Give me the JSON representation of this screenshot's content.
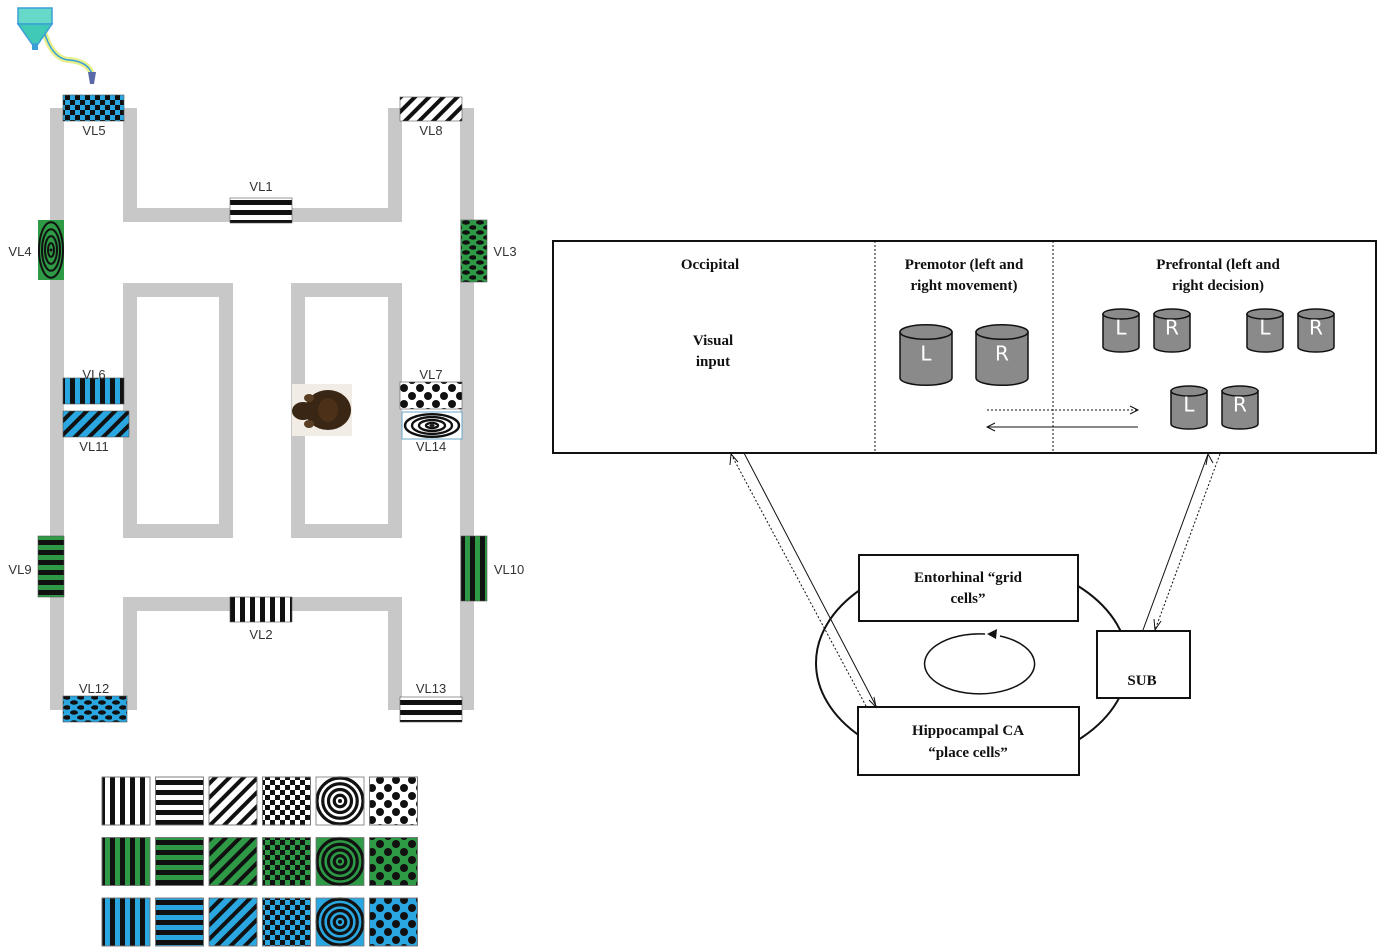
{
  "colors": {
    "wall": "#c8c8c8",
    "black": "#111111",
    "white": "#ffffff",
    "blue": "#2aa7e0",
    "green": "#2e9a46",
    "cylinder": "#8a8a8a"
  },
  "maze": {
    "labels": [
      "VL5",
      "VL8",
      "VL1",
      "VL4",
      "VL3",
      "VL6",
      "VL7",
      "VL11",
      "VL14",
      "VL9",
      "VL10",
      "VL2",
      "VL12",
      "VL13"
    ],
    "feeder_icon": "syringe-icon",
    "animal_icon": "mouse-icon"
  },
  "pattern_grid": {
    "patterns": [
      "vertical-stripes",
      "horizontal-stripes",
      "diagonal-stripes",
      "checkerboard",
      "concentric-circles",
      "dots"
    ],
    "colors": [
      "white",
      "green",
      "blue"
    ]
  },
  "brain": {
    "cortex_regions": [
      {
        "title_lines": [
          "Occipital"
        ],
        "sub_lines": [
          "Visual",
          "input"
        ]
      },
      {
        "title_lines": [
          "Premotor (left and",
          "right movement)"
        ],
        "sub_lines": []
      },
      {
        "title_lines": [
          "Prefrontal (left and",
          "right decision)"
        ],
        "sub_lines": []
      }
    ],
    "cylinder_letters": [
      "L",
      "R"
    ],
    "entorhinal_lines": [
      "Entorhinal “grid",
      "cells”"
    ],
    "hippocampal_lines": [
      "Hippocampal CA",
      "“place cells”"
    ],
    "sub_label": "SUB"
  }
}
